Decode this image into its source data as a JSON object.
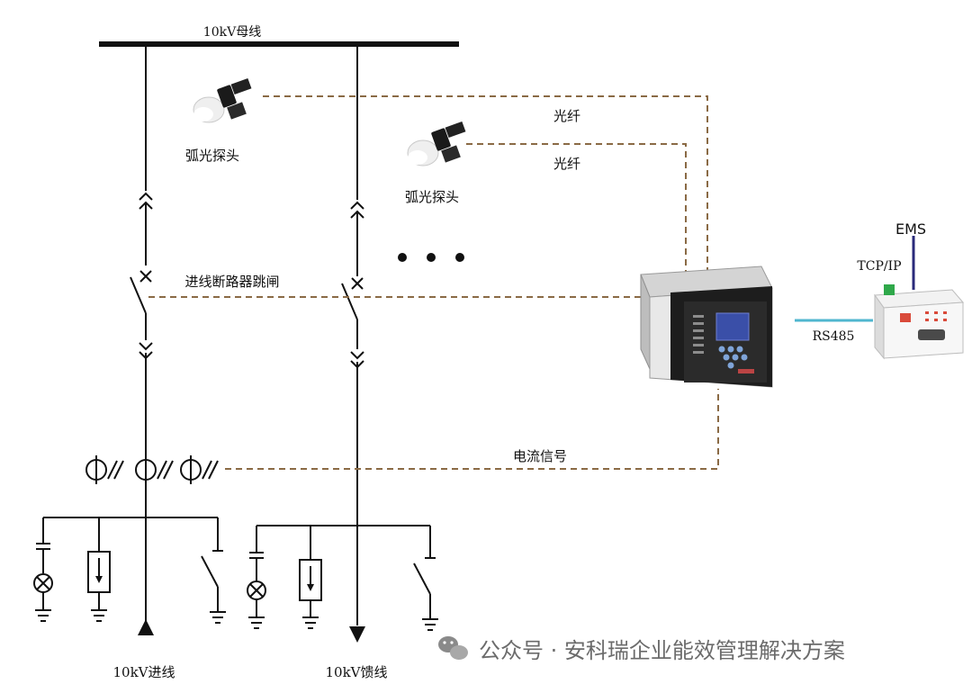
{
  "labels": {
    "busbar": "10kV母线",
    "arc_probe_1": "弧光探头",
    "arc_probe_2": "弧光探头",
    "fiber_1": "光纤",
    "fiber_2": "光纤",
    "breaker_trip": "进线断路器跳闸",
    "current_signal": "电流信号",
    "tcp_ip": "TCP/IP",
    "ems": "EMS",
    "rs485": "RS485",
    "incoming": "10kV进线",
    "feeder": "10kV馈线",
    "watermark": "公众号 · 安科瑞企业能效管理解决方案"
  },
  "colors": {
    "wire": "#111111",
    "signal_dashed": "#8a6a45",
    "rs485_line": "#4fb6cf",
    "tcp_line": "#2a2a7a",
    "device_body": "#e6e6e6",
    "lcd": "#3a4fa8"
  },
  "icons": {
    "probe": "arc-light-probe-icon",
    "ct": "current-transformer-icon",
    "wechat": "wechat-icon"
  }
}
